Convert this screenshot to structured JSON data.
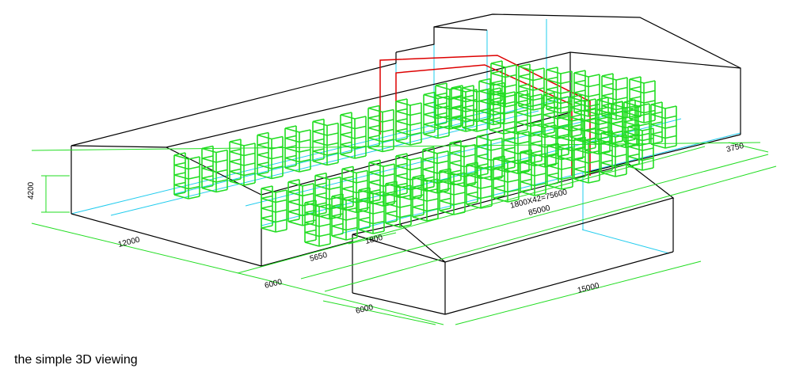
{
  "caption": "the simple 3D viewing",
  "colors": {
    "building": "#000000",
    "racks": "#22dd22",
    "dimensions": "#22dd22",
    "grid": "#22ccee",
    "conveyor": "#dd0000"
  },
  "dimensions": {
    "height": "4200",
    "width": "12000",
    "aisle": "6000",
    "annex_depth": "6000",
    "offset": "5650",
    "rack_spacing": "1800",
    "rack_run": "1800X42=75600",
    "length": "85000",
    "annex_length": "15000",
    "end_gap": "3750"
  }
}
